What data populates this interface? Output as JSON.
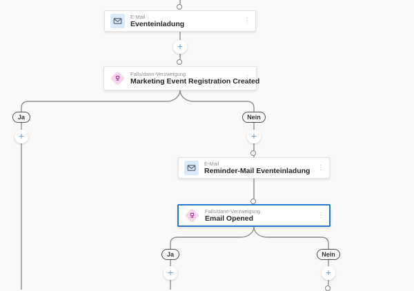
{
  "app": {
    "view": "customer-journey-designer-canvas"
  },
  "colors": {
    "background": "#faf9f8",
    "connector_line": "#8f8d8b",
    "selected_node_border": "#2477d4",
    "email_icon_bg": "#d9eaf8",
    "condition_icon_bg": "#f5d7eb",
    "condition_icon_glyph": "#a23c92",
    "plus_button": "#699fce"
  },
  "nodes": [
    {
      "type_label": "E-Mail",
      "title": "Eventeinladung",
      "icon": "email-icon",
      "selected": false
    },
    {
      "type_label": "Falls/dann-Verzweigung",
      "title": "Marketing Event Registration Created",
      "icon": "branch-icon",
      "selected": false
    },
    {
      "type_label": "E-Mail",
      "title": "Reminder-Mail Eventeinladung",
      "icon": "email-icon",
      "selected": false
    },
    {
      "type_label": "Falls/dann-Verzweigung",
      "title": "Email Opened",
      "icon": "branch-icon",
      "selected": true
    }
  ],
  "branch_labels": {
    "yes": "Ja",
    "no": "Nein"
  },
  "glyphs": {
    "plus": "+",
    "more_options": "⋮"
  }
}
